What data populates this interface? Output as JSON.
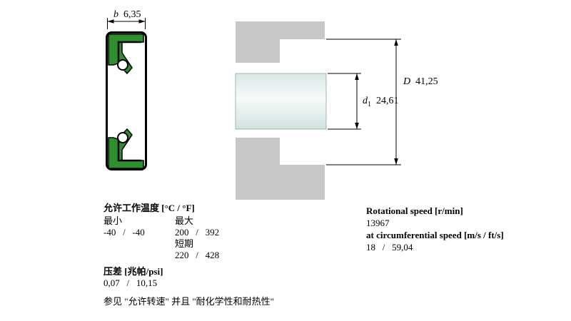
{
  "seal_drawing": {
    "dim_b": {
      "label": "b",
      "value": "6,35"
    }
  },
  "mount_drawing": {
    "dim_D": {
      "label": "D",
      "value": "41,25"
    },
    "dim_d1": {
      "label": "d",
      "sub": "1",
      "value": "24,61"
    }
  },
  "specs": {
    "temperature": {
      "title": "允许工作温度 [°C / °F]",
      "min_label": "最小",
      "max_label": "最大",
      "min_value": "-40   /   -40",
      "max_value": "200   /   392",
      "short_term_label": "短期",
      "short_term_value": "220   /   428"
    },
    "pressure": {
      "title": "压差 [兆帕/psi]",
      "value": "0,07   /   10,15"
    },
    "note": "参见 \"允许转速\" 并且 \"耐化学性和耐热性\"",
    "speed": {
      "rotational_title": "Rotational speed [r/min]",
      "rotational_value": "13967",
      "circumferential_title": "at circumferential speed [m/s / ft/s]",
      "circumferential_value": "18   /   59,04"
    }
  },
  "colors": {
    "seal_green": "#2f8f2f",
    "housing_gray": "#c8c8c8",
    "shaft_tint": "#d8e8e6",
    "line": "#000000"
  }
}
